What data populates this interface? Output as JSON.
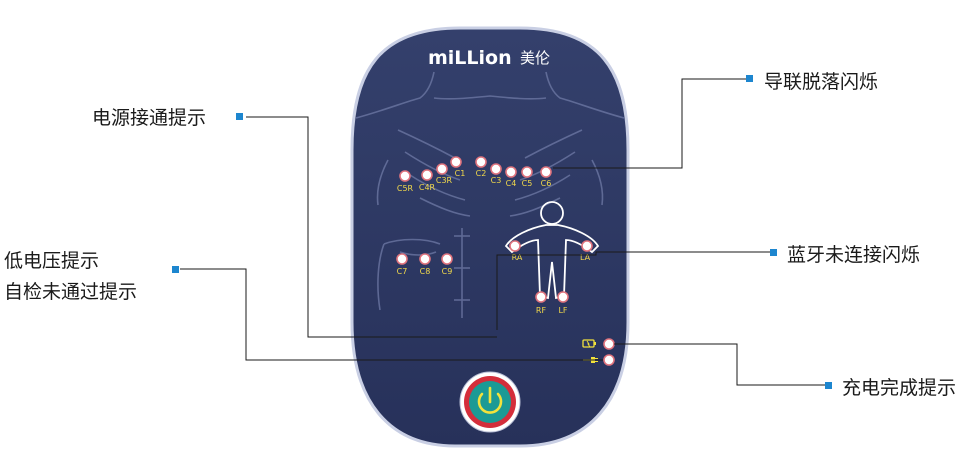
{
  "brand": {
    "logo_text": "miLLion",
    "logo_cn": "美伦"
  },
  "callouts": {
    "power": "电源接通提示",
    "lead_off": "导联脱落闪烁",
    "low_voltage": "低电压提示",
    "self_check": "自检未通过提示",
    "bluetooth": "蓝牙未连接闪烁",
    "charge": "充电完成提示"
  },
  "electrodes": {
    "chest": [
      "C5R",
      "C4R",
      "C3R",
      "C1",
      "C2",
      "C3",
      "C4",
      "C5",
      "C6"
    ],
    "back": [
      "C7",
      "C8",
      "C9"
    ],
    "limbs": [
      "RA",
      "LA",
      "RF",
      "LF"
    ]
  },
  "colors": {
    "device_body": "#2f3a64",
    "device_border": "#c5cbe2",
    "led_fill": "#ffffff",
    "led_ring": "#e0747e",
    "label_yellow": "#f1d84b",
    "power_ring": "#d42e3b",
    "power_inner": "#1b9a95",
    "power_symbol": "#f2e23c",
    "callout_bullet": "#1d86cf",
    "leader_line": "#1a1a1a"
  },
  "icons": [
    "battery-icon",
    "plug-icon",
    "power-icon",
    "bullet-square-icon"
  ]
}
